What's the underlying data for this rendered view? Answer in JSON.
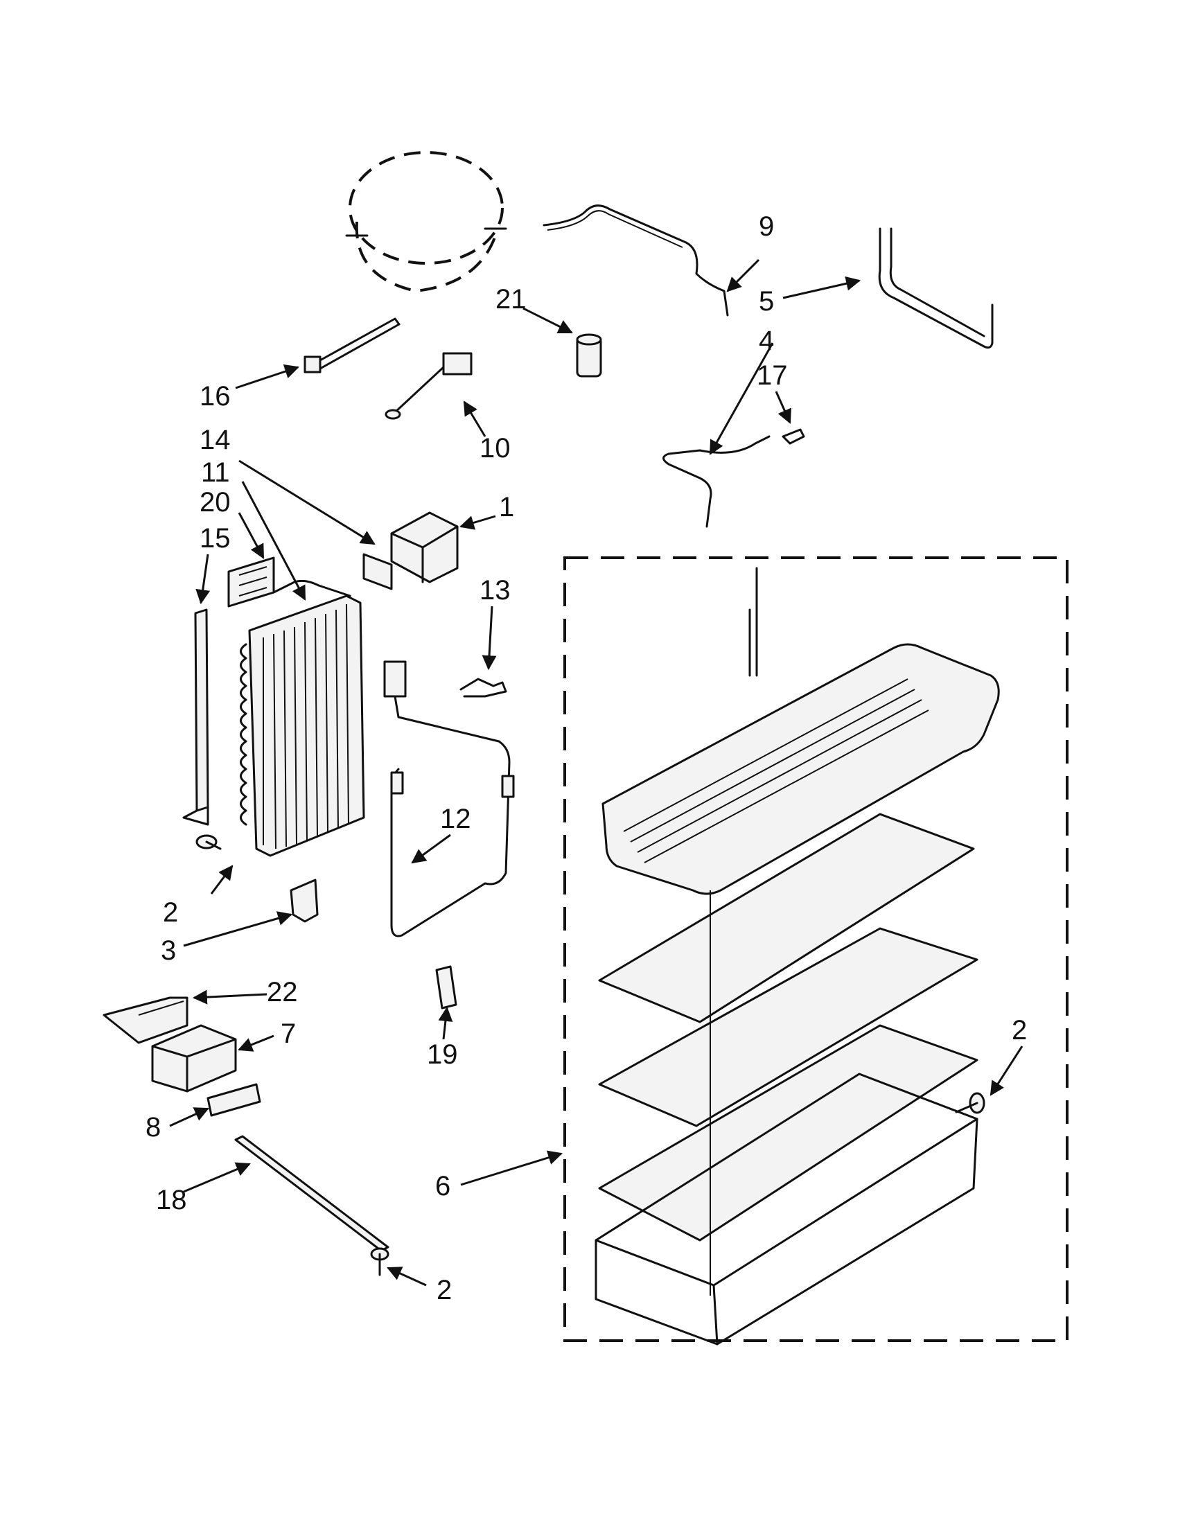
{
  "callouts": [
    {
      "id": "c1",
      "text": "1"
    },
    {
      "id": "c2a",
      "text": "2"
    },
    {
      "id": "c2b",
      "text": "2"
    },
    {
      "id": "c2c",
      "text": "2"
    },
    {
      "id": "c3",
      "text": "3"
    },
    {
      "id": "c4",
      "text": "4"
    },
    {
      "id": "c5",
      "text": "5"
    },
    {
      "id": "c6",
      "text": "6"
    },
    {
      "id": "c7",
      "text": "7"
    },
    {
      "id": "c8",
      "text": "8"
    },
    {
      "id": "c9",
      "text": "9"
    },
    {
      "id": "c10",
      "text": "10"
    },
    {
      "id": "c11",
      "text": "11"
    },
    {
      "id": "c12",
      "text": "12"
    },
    {
      "id": "c13",
      "text": "13"
    },
    {
      "id": "c14",
      "text": "14"
    },
    {
      "id": "c15",
      "text": "15"
    },
    {
      "id": "c16",
      "text": "16"
    },
    {
      "id": "c17",
      "text": "17"
    },
    {
      "id": "c18",
      "text": "18"
    },
    {
      "id": "c19",
      "text": "19"
    },
    {
      "id": "c20",
      "text": "20"
    },
    {
      "id": "c21",
      "text": "21"
    },
    {
      "id": "c22",
      "text": "22"
    }
  ]
}
